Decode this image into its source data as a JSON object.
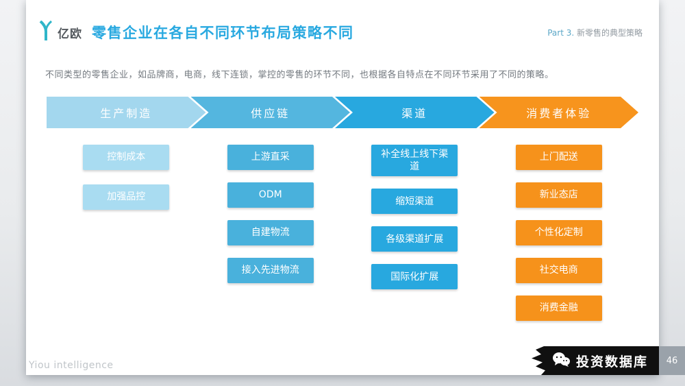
{
  "slide": {
    "logo": {
      "brand": "亿欧"
    },
    "header": {
      "title": "零售企业在各自不同环节布局策略不同",
      "part_label": "Part 3.",
      "part_title": "新零售的典型策略"
    },
    "intro": "不同类型的零售企业，如品牌商，电商，线下连锁，掌控的零售的环节不同，也根据各自特点在不同环节采用了不同的策略。",
    "flow": {
      "stages": [
        {
          "label": "生产制造",
          "color": "#a3d7ee",
          "box_color": "#a9dcf1",
          "items": [
            "控制成本",
            "加强品控"
          ]
        },
        {
          "label": "供应链",
          "color": "#54b6df",
          "box_color": "#49b1dc",
          "items": [
            "上游直采",
            "ODM",
            "自建物流",
            "接入先进物流"
          ]
        },
        {
          "label": "渠道",
          "color": "#28a8df",
          "box_color": "#28a8df",
          "items": [
            "补全线上线下渠道",
            "缩短渠道",
            "各级渠道扩展",
            "国际化扩展"
          ]
        },
        {
          "label": "消费者体验",
          "color": "#f7941d",
          "box_color": "#f6921b",
          "items": [
            "上门配送",
            "新业态店",
            "个性化定制",
            "社交电商",
            "消费金融"
          ]
        }
      ]
    },
    "footer": {
      "watermark": "Yiou intelligence",
      "wechat_banner": "投资数据库",
      "page_number": "46"
    },
    "colors": {
      "title_blue": "#29a9e0",
      "logo_teal": "#2fb6c9",
      "banner_black": "#101010"
    }
  }
}
